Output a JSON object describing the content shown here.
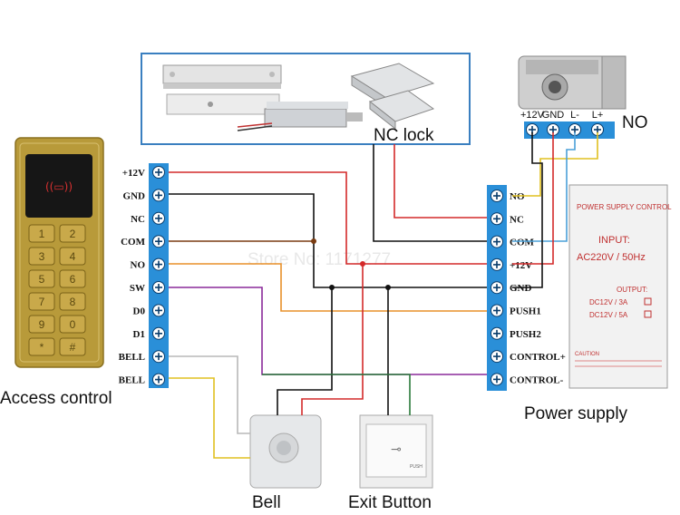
{
  "lock_box": {
    "title": "NC lock"
  },
  "access_control": {
    "caption": "Access control",
    "terminals": [
      "+12V",
      "GND",
      "NC",
      "COM",
      "NO",
      "SW",
      "D0",
      "D1",
      "BELL",
      "BELL"
    ],
    "keys": [
      "1",
      "2",
      "3",
      "4",
      "5",
      "6",
      "7",
      "8",
      "9",
      "0",
      "*",
      "#"
    ]
  },
  "power_supply": {
    "caption": "Power supply",
    "terminals": [
      "NO",
      "NC",
      "COM",
      "+12V",
      "GND",
      "PUSH1",
      "PUSH2",
      "CONTROL+",
      "CONTROL-"
    ],
    "label_title": "POWER SUPPLY CONTROL",
    "input_label": "INPUT:",
    "input_value": "AC220V / 50Hz",
    "output_label": "OUTPUT:",
    "output_1": "DC12V / 3A",
    "output_2": "DC12V / 5A",
    "caution": "CAUTION"
  },
  "no_lock": {
    "caption": "NO",
    "terminals": [
      "+12V",
      "GND",
      "L-",
      "L+"
    ]
  },
  "bell": {
    "caption": "Bell"
  },
  "exit_button": {
    "caption": "Exit Button",
    "plate_text": "PUSH"
  },
  "watermark": "Store No: 1171277",
  "colors": {
    "terminal_blue": "#2a8fd8",
    "wire_red": "#d42a2a",
    "wire_black": "#111111",
    "wire_brown": "#7a3c12",
    "wire_orange": "#e8902a",
    "wire_purple": "#8a2a9a",
    "wire_yellow": "#e0c020",
    "wire_gray": "#b8b8b8",
    "wire_green": "#2a7a3a",
    "wire_lightblue": "#4aa0d8",
    "panel_gold": "#b89a3a"
  }
}
